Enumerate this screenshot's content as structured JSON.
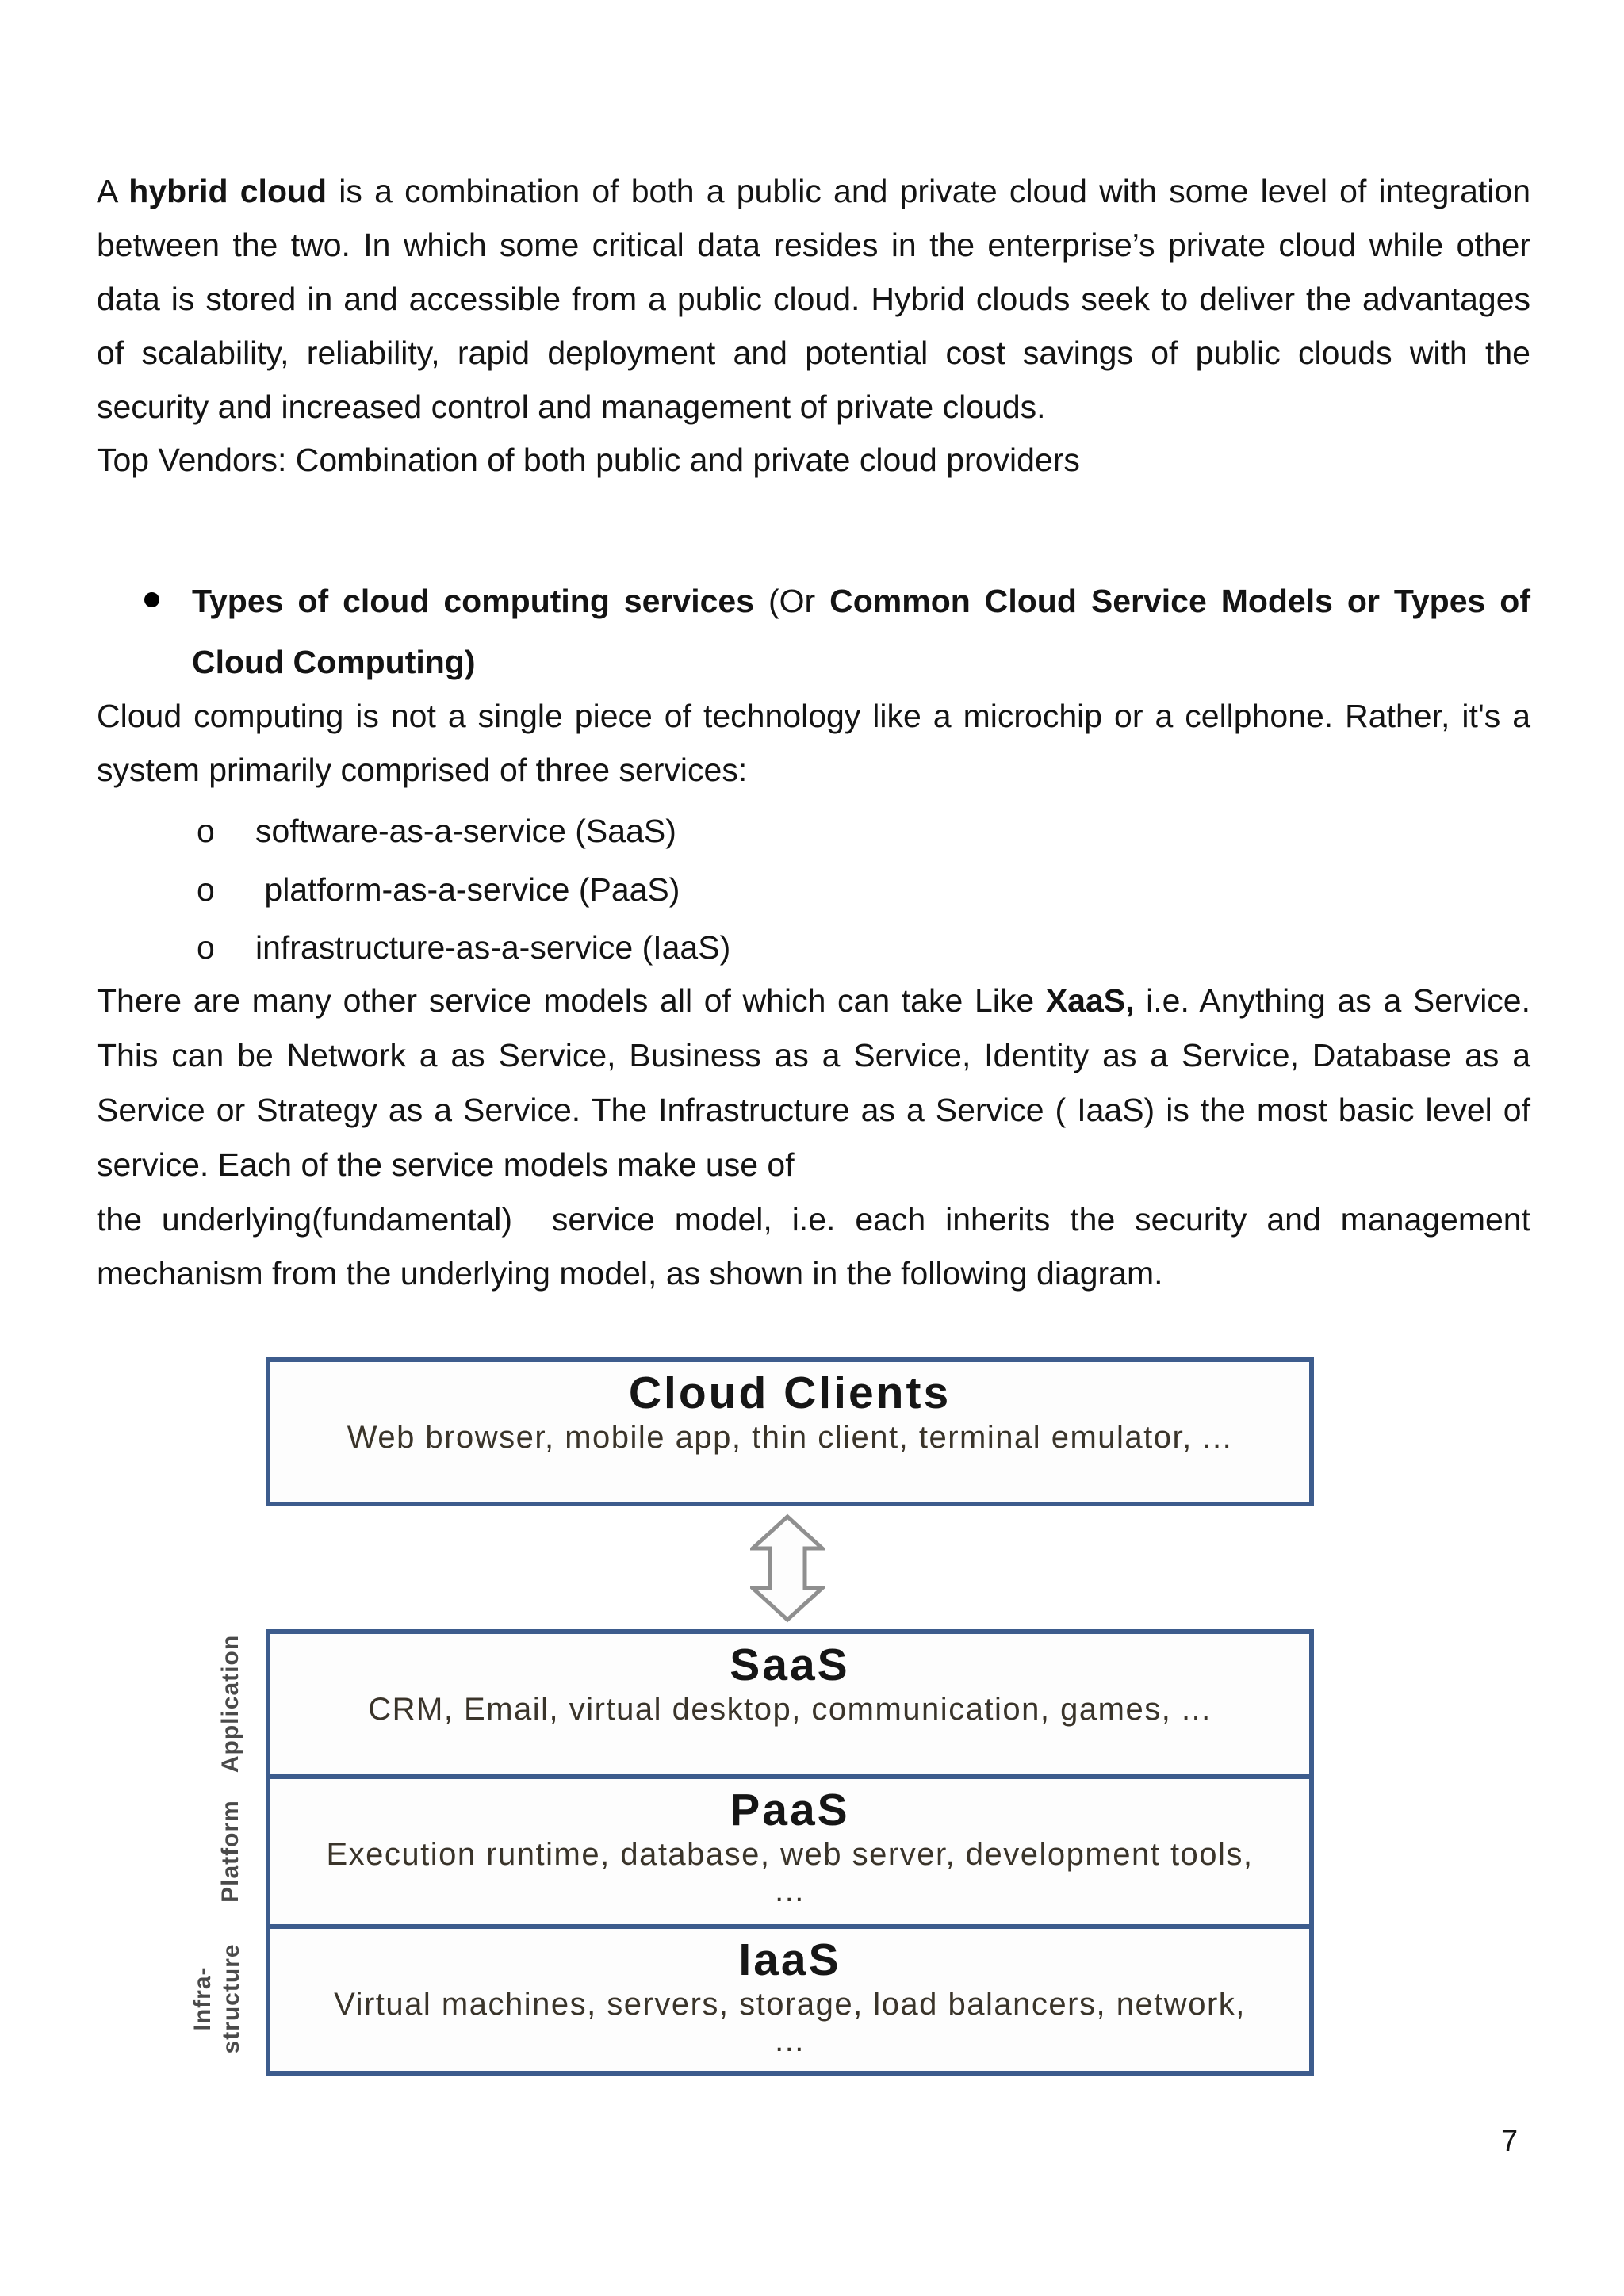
{
  "colors": {
    "diagram_border": "#3d5c8d",
    "arrow_outline": "#8f8f8f",
    "text": "#141414"
  },
  "content": {
    "p1": {
      "pre": "A ",
      "bold": "hybrid cloud",
      "rest": " is a combination of both a public and private cloud with some level of integration between the two. In which some critical data resides in the enterprise’s private cloud while other data is stored in and accessible from a public cloud. Hybrid clouds seek to deliver the advantages of scalability, reliability, rapid deployment and potential cost savings of public clouds with the security and increased control and management of private clouds."
    },
    "top_vendors": "Top Vendors: Combination of both public and private cloud providers",
    "heading": {
      "bold1": "Types of cloud computing services",
      "normal": " (Or ",
      "bold2": "Common Cloud Service Models or Types of Cloud Computing)"
    },
    "intro": "Cloud computing is not a single piece of technology like a microchip or a cellphone. Rather, it's a system primarily comprised of three services:",
    "services": [
      {
        "marker": "o",
        "text": "software-as-a-service (SaaS)"
      },
      {
        "marker": "o",
        "text": " platform-as-a-service (PaaS)"
      },
      {
        "marker": "o",
        "text": "infrastructure-as-a-service (IaaS)"
      }
    ],
    "p3": {
      "pre": "There are many other service models all of which can take Like ",
      "bold": "XaaS,",
      "rest": " i.e. Anything as a Service. This can be Network a as Service, Business as a Service, Identity as a Service, Database as a Service or Strategy as a Service. The Infrastructure as a Service ( IaaS) is the most basic level of service. Each of the service models make use of"
    },
    "p4": "the underlying(fundamental)  service model, i.e. each inherits the security and management mechanism from the underlying model, as shown in the following diagram."
  },
  "diagram": {
    "cloud_clients": {
      "title": "Cloud Clients",
      "subtitle": "Web browser, mobile app, thin client, terminal emulator, ..."
    },
    "layers": [
      {
        "label": "Application",
        "title": "SaaS",
        "subtitle": "CRM, Email, virtual desktop, communication, games, ..."
      },
      {
        "label": "Platform",
        "title": "PaaS",
        "subtitle": "Execution runtime, database, web server, development tools, ..."
      },
      {
        "label": "Infra-\nstructure",
        "title": "IaaS",
        "subtitle": "Virtual machines, servers, storage, load balancers, network, ..."
      }
    ]
  },
  "page": {
    "number": "7"
  }
}
